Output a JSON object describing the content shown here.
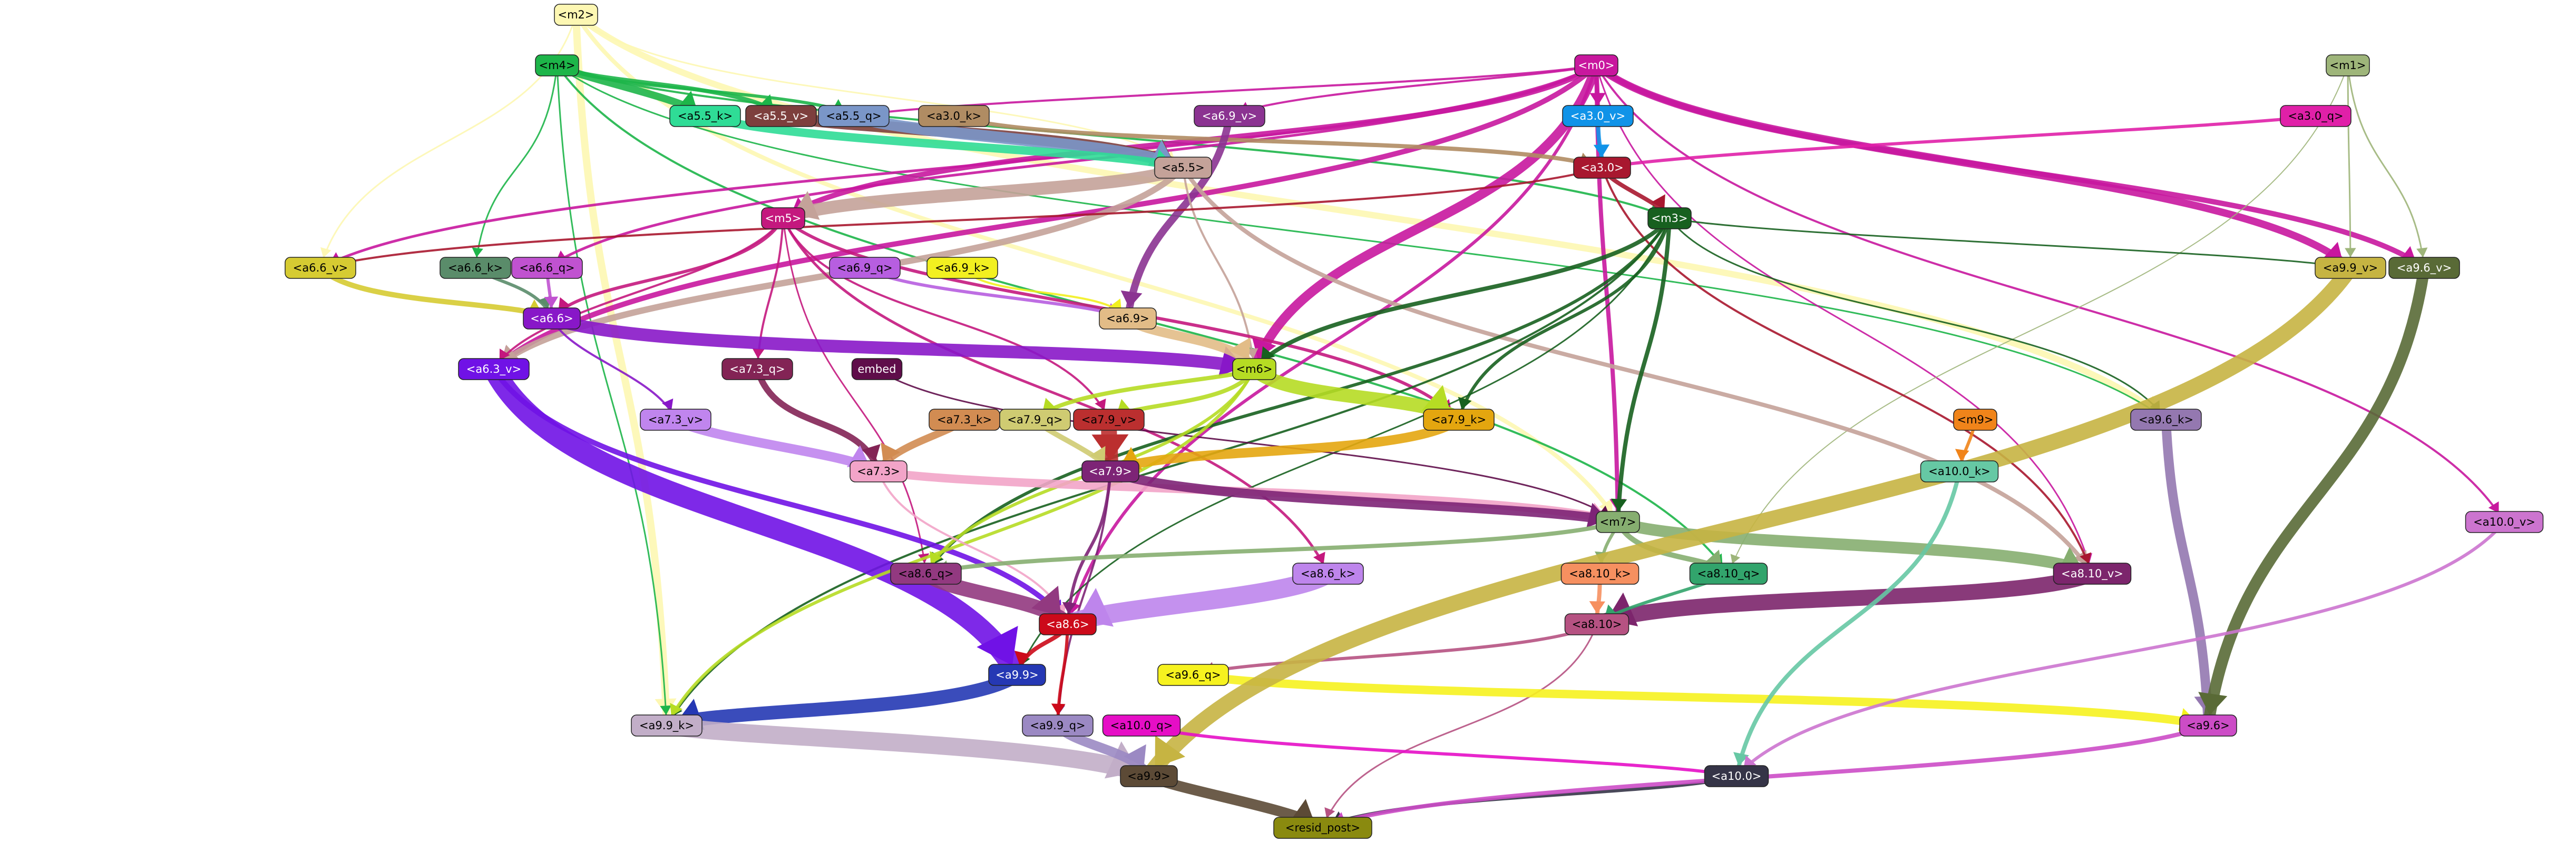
{
  "nodes": [
    {
      "id": "m2",
      "label": "<m2>",
      "fill": "#fdf7b3",
      "text": "#000000"
    },
    {
      "id": "m4",
      "label": "<m4>",
      "fill": "#1db549",
      "text": "#000000"
    },
    {
      "id": "m0",
      "label": "<m0>",
      "fill": "#c8179e",
      "text": "#ffffff"
    },
    {
      "id": "m1",
      "label": "<m1>",
      "fill": "#9eb57a",
      "text": "#000000"
    },
    {
      "id": "a5_5_k",
      "label": "<a5.5_k>",
      "fill": "#2fdc96",
      "text": "#000000"
    },
    {
      "id": "a5_5_v",
      "label": "<a5.5_v>",
      "fill": "#7d3f3d",
      "text": "#ffffff"
    },
    {
      "id": "a5_5_q",
      "label": "<a5.5_q>",
      "fill": "#7a96c8",
      "text": "#000000"
    },
    {
      "id": "a3_0_k",
      "label": "<a3.0_k>",
      "fill": "#b08c63",
      "text": "#000000"
    },
    {
      "id": "a6_9_v",
      "label": "<a6.9_v>",
      "fill": "#8b3391",
      "text": "#ffffff"
    },
    {
      "id": "a3_0_v",
      "label": "<a3.0_v>",
      "fill": "#1093e8",
      "text": "#ffffff"
    },
    {
      "id": "a3_0_q",
      "label": "<a3.0_q>",
      "fill": "#e020a8",
      "text": "#000000"
    },
    {
      "id": "a5_5",
      "label": "<a5.5>",
      "fill": "#c4a299",
      "text": "#000000"
    },
    {
      "id": "a3_0",
      "label": "<a3.0>",
      "fill": "#a8172f",
      "text": "#ffffff"
    },
    {
      "id": "m5",
      "label": "<m5>",
      "fill": "#c4187e",
      "text": "#ffffff"
    },
    {
      "id": "m3",
      "label": "<m3>",
      "fill": "#17601f",
      "text": "#ffffff"
    },
    {
      "id": "a6_6_v",
      "label": "<a6.6_v>",
      "fill": "#d6cb32",
      "text": "#000000"
    },
    {
      "id": "a6_6_k",
      "label": "<a6.6_k>",
      "fill": "#5a8c6a",
      "text": "#000000"
    },
    {
      "id": "a6_6_q",
      "label": "<a6.6_q>",
      "fill": "#c052d0",
      "text": "#000000"
    },
    {
      "id": "a6_9_q",
      "label": "<a6.9_q>",
      "fill": "#b75ee0",
      "text": "#000000"
    },
    {
      "id": "a6_9_k",
      "label": "<a6.9_k>",
      "fill": "#f2f020",
      "text": "#000000"
    },
    {
      "id": "a9_9_v",
      "label": "<a9.9_v>",
      "fill": "#c6b442",
      "text": "#000000"
    },
    {
      "id": "a9_6_v",
      "label": "<a9.6_v>",
      "fill": "#596a36",
      "text": "#ffffff"
    },
    {
      "id": "a6_6",
      "label": "<a6.6>",
      "fill": "#8817c8",
      "text": "#ffffff"
    },
    {
      "id": "a6_9",
      "label": "<a6.9>",
      "fill": "#e2bc87",
      "text": "#000000"
    },
    {
      "id": "a6_3_v",
      "label": "<a6.3_v>",
      "fill": "#7012e6",
      "text": "#ffffff"
    },
    {
      "id": "a7_3_q",
      "label": "<a7.3_q>",
      "fill": "#832455",
      "text": "#ffffff"
    },
    {
      "id": "embed",
      "label": "embed",
      "fill": "#5f0d4a",
      "text": "#ffffff"
    },
    {
      "id": "m6",
      "label": "<m6>",
      "fill": "#b6dc23",
      "text": "#000000"
    },
    {
      "id": "a7_3_v",
      "label": "<a7.3_v>",
      "fill": "#c085ee",
      "text": "#000000"
    },
    {
      "id": "a7_3_k",
      "label": "<a7.3_k>",
      "fill": "#d28c52",
      "text": "#000000"
    },
    {
      "id": "a7_9_q",
      "label": "<a7.9_q>",
      "fill": "#cfcb72",
      "text": "#000000"
    },
    {
      "id": "a7_9_v",
      "label": "<a7.9_v>",
      "fill": "#bb2f2f",
      "text": "#000000"
    },
    {
      "id": "a7_9_k",
      "label": "<a7.9_k>",
      "fill": "#e4a60f",
      "text": "#000000"
    },
    {
      "id": "m9",
      "label": "<m9>",
      "fill": "#f0841a",
      "text": "#000000"
    },
    {
      "id": "a9_6_k",
      "label": "<a9.6_k>",
      "fill": "#9478b0",
      "text": "#000000"
    },
    {
      "id": "a7_3",
      "label": "<a7.3>",
      "fill": "#f2a4c8",
      "text": "#000000"
    },
    {
      "id": "a7_9",
      "label": "<a7.9>",
      "fill": "#7d2476",
      "text": "#ffffff"
    },
    {
      "id": "a10_0_k",
      "label": "<a10.0_k>",
      "fill": "#66c8a4",
      "text": "#000000"
    },
    {
      "id": "m7",
      "label": "<m7>",
      "fill": "#86ae70",
      "text": "#000000"
    },
    {
      "id": "a10_0_v",
      "label": "<a10.0_v>",
      "fill": "#cc74cf",
      "text": "#000000"
    },
    {
      "id": "a8_6_q",
      "label": "<a8.6_q>",
      "fill": "#923980",
      "text": "#000000"
    },
    {
      "id": "a8_6_k",
      "label": "<a8.6_k>",
      "fill": "#be85ec",
      "text": "#000000"
    },
    {
      "id": "a8_10_k",
      "label": "<a8.10_k>",
      "fill": "#f69060",
      "text": "#000000"
    },
    {
      "id": "a8_10_q",
      "label": "<a8.10_q>",
      "fill": "#32a46c",
      "text": "#000000"
    },
    {
      "id": "a8_10_v",
      "label": "<a8.10_v>",
      "fill": "#7c256c",
      "text": "#ffffff"
    },
    {
      "id": "a8_6",
      "label": "<a8.6>",
      "fill": "#cc0a1a",
      "text": "#ffffff"
    },
    {
      "id": "a8_10",
      "label": "<a8.10>",
      "fill": "#b65282",
      "text": "#000000"
    },
    {
      "id": "a9_6_q",
      "label": "<a9.6_q>",
      "fill": "#f6f21f",
      "text": "#000000"
    },
    {
      "id": "a9_9",
      "label": "<a9.9>",
      "fill": "#2538b4",
      "text": "#ffffff"
    },
    {
      "id": "a9_9_k",
      "label": "<a9.9_k>",
      "fill": "#c2aec8",
      "text": "#000000"
    },
    {
      "id": "a9_9_q",
      "label": "<a9.9_q>",
      "fill": "#9b89c3",
      "text": "#000000"
    },
    {
      "id": "a10_0_q",
      "label": "<a10.0_q>",
      "fill": "#e60ec6",
      "text": "#000000"
    },
    {
      "id": "a9_6",
      "label": "<a9.6>",
      "fill": "#cc4cc6",
      "text": "#000000"
    },
    {
      "id": "a9_x",
      "label": "<a9.9>",
      "fill": "#5c4a36",
      "text": "#000000"
    },
    {
      "id": "a10_0",
      "label": "<a10.0>",
      "fill": "#353447",
      "text": "#ffffff"
    },
    {
      "id": "resid_post",
      "label": "<resid_post>",
      "fill": "#8a8a0f",
      "text": "#000000"
    }
  ],
  "edges": [
    {
      "from": "m2",
      "to": "a9_9_k",
      "color": "#fdf7b3",
      "w": 14
    },
    {
      "from": "m2",
      "to": "a9_6_k",
      "color": "#fdf7b3",
      "w": 12
    },
    {
      "from": "m2",
      "to": "m7",
      "color": "#fdf7b3",
      "w": 8
    },
    {
      "from": "m2",
      "to": "a6_6_v",
      "color": "#fdf7b3",
      "w": 3
    },
    {
      "from": "m2",
      "to": "a5_5",
      "color": "#fdf7b3",
      "w": 3
    },
    {
      "from": "m4",
      "to": "a5_5_k",
      "color": "#1db549",
      "w": 14
    },
    {
      "from": "m4",
      "to": "a5_5_v",
      "color": "#1db549",
      "w": 8
    },
    {
      "from": "m4",
      "to": "a5_5_q",
      "color": "#1db549",
      "w": 6
    },
    {
      "from": "m4",
      "to": "a9_9_k",
      "color": "#1db549",
      "w": 3
    },
    {
      "from": "m4",
      "to": "a6_6_k",
      "color": "#1db549",
      "w": 3
    },
    {
      "from": "m4",
      "to": "m3",
      "color": "#1db549",
      "w": 4
    },
    {
      "from": "m4",
      "to": "a8_10_q",
      "color": "#1db549",
      "w": 4
    },
    {
      "from": "m4",
      "to": "a9_6_k",
      "color": "#1db549",
      "w": 3
    },
    {
      "from": "m0",
      "to": "a6_3_v",
      "color": "#c8179e",
      "w": 10
    },
    {
      "from": "m0",
      "to": "m6",
      "color": "#c8179e",
      "w": 18
    },
    {
      "from": "m0",
      "to": "a3_0_v",
      "color": "#c8179e",
      "w": 8
    },
    {
      "from": "m0",
      "to": "a9_9_v",
      "color": "#c8179e",
      "w": 14
    },
    {
      "from": "m0",
      "to": "a9_6_v",
      "color": "#c8179e",
      "w": 10
    },
    {
      "from": "m0",
      "to": "m5",
      "color": "#c8179e",
      "w": 10
    },
    {
      "from": "m0",
      "to": "m7",
      "color": "#c8179e",
      "w": 8
    },
    {
      "from": "m0",
      "to": "a8_6",
      "color": "#c8179e",
      "w": 6
    },
    {
      "from": "m0",
      "to": "a6_6_q",
      "color": "#c8179e",
      "w": 5
    },
    {
      "from": "m0",
      "to": "a6_6_v",
      "color": "#c8179e",
      "w": 5
    },
    {
      "from": "m0",
      "to": "a10_0_v",
      "color": "#c8179e",
      "w": 4
    },
    {
      "from": "m0",
      "to": "a8_10_v",
      "color": "#c8179e",
      "w": 3
    },
    {
      "from": "m0",
      "to": "a6_9_v",
      "color": "#c8179e",
      "w": 4
    },
    {
      "from": "m0",
      "to": "a5_5_q",
      "color": "#c8179e",
      "w": 4
    },
    {
      "from": "m1",
      "to": "a9_9_v",
      "color": "#9eb57a",
      "w": 3
    },
    {
      "from": "m1",
      "to": "a9_6_v",
      "color": "#9eb57a",
      "w": 3
    },
    {
      "from": "m1",
      "to": "a8_10_q",
      "color": "#9eb57a",
      "w": 2
    },
    {
      "from": "a5_5_v",
      "to": "a5_5",
      "color": "#7d3f3d",
      "w": 22
    },
    {
      "from": "a5_5_q",
      "to": "a5_5",
      "color": "#7a96c8",
      "w": 22
    },
    {
      "from": "a5_5_k",
      "to": "a5_5",
      "color": "#2fdc96",
      "w": 16
    },
    {
      "from": "a3_0_k",
      "to": "a3_0",
      "color": "#b08c63",
      "w": 8
    },
    {
      "from": "a3_0_v",
      "to": "a3_0",
      "color": "#1093e8",
      "w": 8
    },
    {
      "from": "a3_0_q",
      "to": "a3_0",
      "color": "#e020a8",
      "w": 6
    },
    {
      "from": "a6_9_v",
      "to": "a6_9",
      "color": "#8b3391",
      "w": 14
    },
    {
      "from": "a5_5",
      "to": "m5",
      "color": "#c4a299",
      "w": 24
    },
    {
      "from": "a5_5",
      "to": "a6_3_v",
      "color": "#c4a299",
      "w": 12
    },
    {
      "from": "a5_5",
      "to": "a8_10_v",
      "color": "#c4a299",
      "w": 8
    },
    {
      "from": "a5_5",
      "to": "m6",
      "color": "#c4a299",
      "w": 4
    },
    {
      "from": "a3_0",
      "to": "m3",
      "color": "#a8172f",
      "w": 8
    },
    {
      "from": "a3_0",
      "to": "a8_10_v",
      "color": "#a8172f",
      "w": 4
    },
    {
      "from": "a3_0",
      "to": "a6_6_v",
      "color": "#a8172f",
      "w": 4
    },
    {
      "from": "m5",
      "to": "a6_6",
      "color": "#c4187e",
      "w": 6
    },
    {
      "from": "m5",
      "to": "a7_9_k",
      "color": "#c4187e",
      "w": 6
    },
    {
      "from": "m5",
      "to": "a8_6_k",
      "color": "#c4187e",
      "w": 5
    },
    {
      "from": "m5",
      "to": "a7_3_q",
      "color": "#c4187e",
      "w": 4
    },
    {
      "from": "m5",
      "to": "a7_9_v",
      "color": "#c4187e",
      "w": 4
    },
    {
      "from": "m5",
      "to": "a8_6_q",
      "color": "#c4187e",
      "w": 3
    },
    {
      "from": "m5",
      "to": "a6_3_v",
      "color": "#c4187e",
      "w": 4
    },
    {
      "from": "m3",
      "to": "m7",
      "color": "#17601f",
      "w": 8
    },
    {
      "from": "m3",
      "to": "m6",
      "color": "#17601f",
      "w": 8
    },
    {
      "from": "m3",
      "to": "a8_6_q",
      "color": "#17601f",
      "w": 6
    },
    {
      "from": "m3",
      "to": "a7_9_k",
      "color": "#17601f",
      "w": 6
    },
    {
      "from": "m3",
      "to": "a9_9_k",
      "color": "#17601f",
      "w": 4
    },
    {
      "from": "m3",
      "to": "a9_9_v",
      "color": "#17601f",
      "w": 3
    },
    {
      "from": "m3",
      "to": "a9_6_k",
      "color": "#17601f",
      "w": 3
    },
    {
      "from": "m3",
      "to": "a9_9",
      "color": "#17601f",
      "w": 3
    },
    {
      "from": "a6_6_v",
      "to": "a6_6",
      "color": "#d6cb32",
      "w": 10
    },
    {
      "from": "a6_6_k",
      "to": "a6_6",
      "color": "#5a8c6a",
      "w": 6
    },
    {
      "from": "a6_6_q",
      "to": "a6_6",
      "color": "#c052d0",
      "w": 6
    },
    {
      "from": "a6_9_q",
      "to": "a6_9",
      "color": "#b75ee0",
      "w": 6
    },
    {
      "from": "a6_9_k",
      "to": "a6_9",
      "color": "#f2f020",
      "w": 4
    },
    {
      "from": "a6_6",
      "to": "m6",
      "color": "#8817c8",
      "w": 24
    },
    {
      "from": "a6_6",
      "to": "a7_3_v",
      "color": "#8817c8",
      "w": 4
    },
    {
      "from": "a6_9",
      "to": "m6",
      "color": "#e2bc87",
      "w": 18
    },
    {
      "from": "a6_3_v",
      "to": "a9_9",
      "color": "#7012e6",
      "w": 40
    },
    {
      "from": "a6_3_v",
      "to": "a8_6",
      "color": "#7012e6",
      "w": 10
    },
    {
      "from": "a7_3_q",
      "to": "a7_3",
      "color": "#832455",
      "w": 12
    },
    {
      "from": "a7_3_k",
      "to": "a7_3",
      "color": "#d28c52",
      "w": 14
    },
    {
      "from": "a7_3_v",
      "to": "a7_3",
      "color": "#c085ee",
      "w": 18
    },
    {
      "from": "embed",
      "to": "m7",
      "color": "#5f0d4a",
      "w": 3
    },
    {
      "from": "m6",
      "to": "a7_9_k",
      "color": "#b6dc23",
      "w": 26
    },
    {
      "from": "m6",
      "to": "a7_9_v",
      "color": "#b6dc23",
      "w": 8
    },
    {
      "from": "m6",
      "to": "a7_9_q",
      "color": "#b6dc23",
      "w": 8
    },
    {
      "from": "m6",
      "to": "a9_9_k",
      "color": "#b6dc23",
      "w": 6
    },
    {
      "from": "m6",
      "to": "a8_6_q",
      "color": "#b6dc23",
      "w": 6
    },
    {
      "from": "a7_9_v",
      "to": "a7_9",
      "color": "#bb2f2f",
      "w": 30
    },
    {
      "from": "a7_9_k",
      "to": "a7_9",
      "color": "#e4a60f",
      "w": 18
    },
    {
      "from": "a7_9_q",
      "to": "a7_9",
      "color": "#cfcb72",
      "w": 10
    },
    {
      "from": "a7_3",
      "to": "m7",
      "color": "#f2a4c8",
      "w": 16
    },
    {
      "from": "a7_3",
      "to": "a8_6",
      "color": "#f2a4c8",
      "w": 4
    },
    {
      "from": "a7_9",
      "to": "m7",
      "color": "#7d2476",
      "w": 18
    },
    {
      "from": "a7_9",
      "to": "a8_6",
      "color": "#7d2476",
      "w": 6
    },
    {
      "from": "a7_9",
      "to": "a9_9_q",
      "color": "#7d2476",
      "w": 4
    },
    {
      "from": "m9",
      "to": "a10_0_k",
      "color": "#f0841a",
      "w": 6
    },
    {
      "from": "m7",
      "to": "a8_10_v",
      "color": "#86ae70",
      "w": 22
    },
    {
      "from": "m7",
      "to": "a8_6_q",
      "color": "#86ae70",
      "w": 8
    },
    {
      "from": "m7",
      "to": "a8_10_q",
      "color": "#86ae70",
      "w": 10
    },
    {
      "from": "m7",
      "to": "a8_10_k",
      "color": "#86ae70",
      "w": 6
    },
    {
      "from": "a8_6_q",
      "to": "a8_6",
      "color": "#923980",
      "w": 28
    },
    {
      "from": "a8_6_k",
      "to": "a8_6",
      "color": "#be85ec",
      "w": 36
    },
    {
      "from": "a8_10_v",
      "to": "a8_10",
      "color": "#7c256c",
      "w": 30
    },
    {
      "from": "a8_10_k",
      "to": "a8_10",
      "color": "#f69060",
      "w": 8
    },
    {
      "from": "a8_10_q",
      "to": "a8_10",
      "color": "#32a46c",
      "w": 6
    },
    {
      "from": "a8_6",
      "to": "a9_9",
      "color": "#cc0a1a",
      "w": 8
    },
    {
      "from": "a8_6",
      "to": "a9_9_q",
      "color": "#cc0a1a",
      "w": 6
    },
    {
      "from": "a8_10",
      "to": "a9_6_q",
      "color": "#b65282",
      "w": 6
    },
    {
      "from": "a8_10",
      "to": "resid_post",
      "color": "#b65282",
      "w": 3
    },
    {
      "from": "a9_6_k",
      "to": "a9_6",
      "color": "#9478b0",
      "w": 18
    },
    {
      "from": "a9_6_v",
      "to": "a9_6",
      "color": "#596a36",
      "w": 22
    },
    {
      "from": "a9_6_q",
      "to": "a9_6",
      "color": "#f6f21f",
      "w": 16
    },
    {
      "from": "a9_9_v",
      "to": "a9_x",
      "color": "#c6b442",
      "w": 30
    },
    {
      "from": "a9_9",
      "to": "a9_9_k",
      "color": "#2538b4",
      "w": 26
    },
    {
      "from": "a9_9_k",
      "to": "a9_x",
      "color": "#c2aec8",
      "w": 34
    },
    {
      "from": "a9_9_q",
      "to": "a9_x",
      "color": "#9b89c3",
      "w": 18
    },
    {
      "from": "a10_0_q",
      "to": "a10_0",
      "color": "#e60ec6",
      "w": 6
    },
    {
      "from": "a10_0_k",
      "to": "a10_0",
      "color": "#66c8a4",
      "w": 8
    },
    {
      "from": "a10_0_v",
      "to": "a10_0",
      "color": "#cc74cf",
      "w": 6
    },
    {
      "from": "a9_x",
      "to": "resid_post",
      "color": "#5c4a36",
      "w": 20
    },
    {
      "from": "a10_0",
      "to": "resid_post",
      "color": "#353447",
      "w": 6
    },
    {
      "from": "a9_6",
      "to": "resid_post",
      "color": "#cc4cc6",
      "w": 8
    }
  ]
}
